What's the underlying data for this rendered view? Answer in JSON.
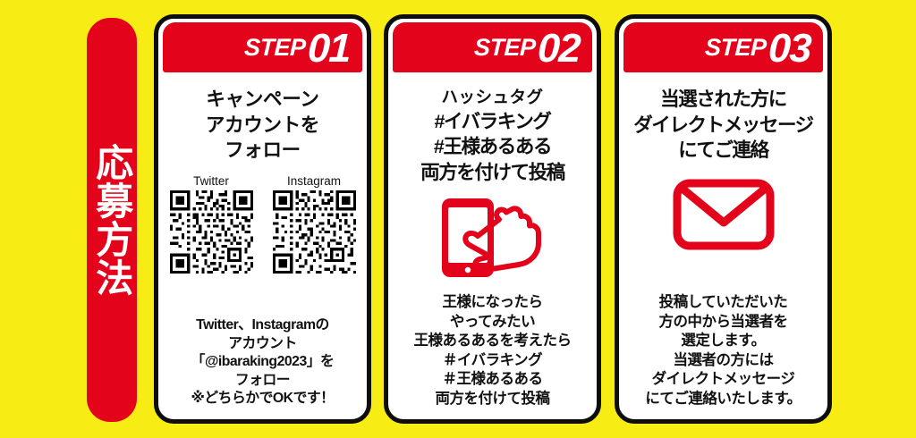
{
  "colors": {
    "background_yellow": "#F7EC13",
    "accent_red": "#E3041B",
    "text_black": "#111111",
    "card_white": "#FFFFFF",
    "border_black": "#0D0D0D"
  },
  "side_banner": {
    "label": "応募方法"
  },
  "steps": [
    {
      "step_word": "STEP",
      "step_number": "01",
      "headline_lines": [
        "キャンペーン",
        "アカウントを",
        "フォロー"
      ],
      "qr_codes": [
        {
          "caption": "Twitter",
          "icon": "qr-code-icon"
        },
        {
          "caption": "Instagram",
          "icon": "qr-code-icon"
        }
      ],
      "footnote_lines": [
        "Twitter、Instagramの",
        "アカウント",
        "「@ibaraking2023」を",
        "フォロー",
        "※どちらかでOKです！"
      ]
    },
    {
      "step_word": "STEP",
      "step_number": "02",
      "headline_lead": "ハッシュタグ",
      "headline_lines": [
        "#イバラキング",
        "#王様あるある",
        "両方を付けて投稿"
      ],
      "icon": "smartphone-tap-icon",
      "footnote_lines": [
        "王様になったら",
        "やってみたい",
        "王様あるあるを考えたら",
        "＃イバラキング",
        "＃王様あるある",
        "両方を付けて投稿"
      ]
    },
    {
      "step_word": "STEP",
      "step_number": "03",
      "headline_lines": [
        "当選された方に",
        "ダイレクトメッセージ",
        "にてご連絡"
      ],
      "icon": "envelope-icon",
      "footnote_lines": [
        "投稿していただいた",
        "方の中から当選者を",
        "選定します。",
        "当選者の方には",
        "ダイレクトメッセージ",
        "にてご連絡いたします。"
      ]
    }
  ]
}
